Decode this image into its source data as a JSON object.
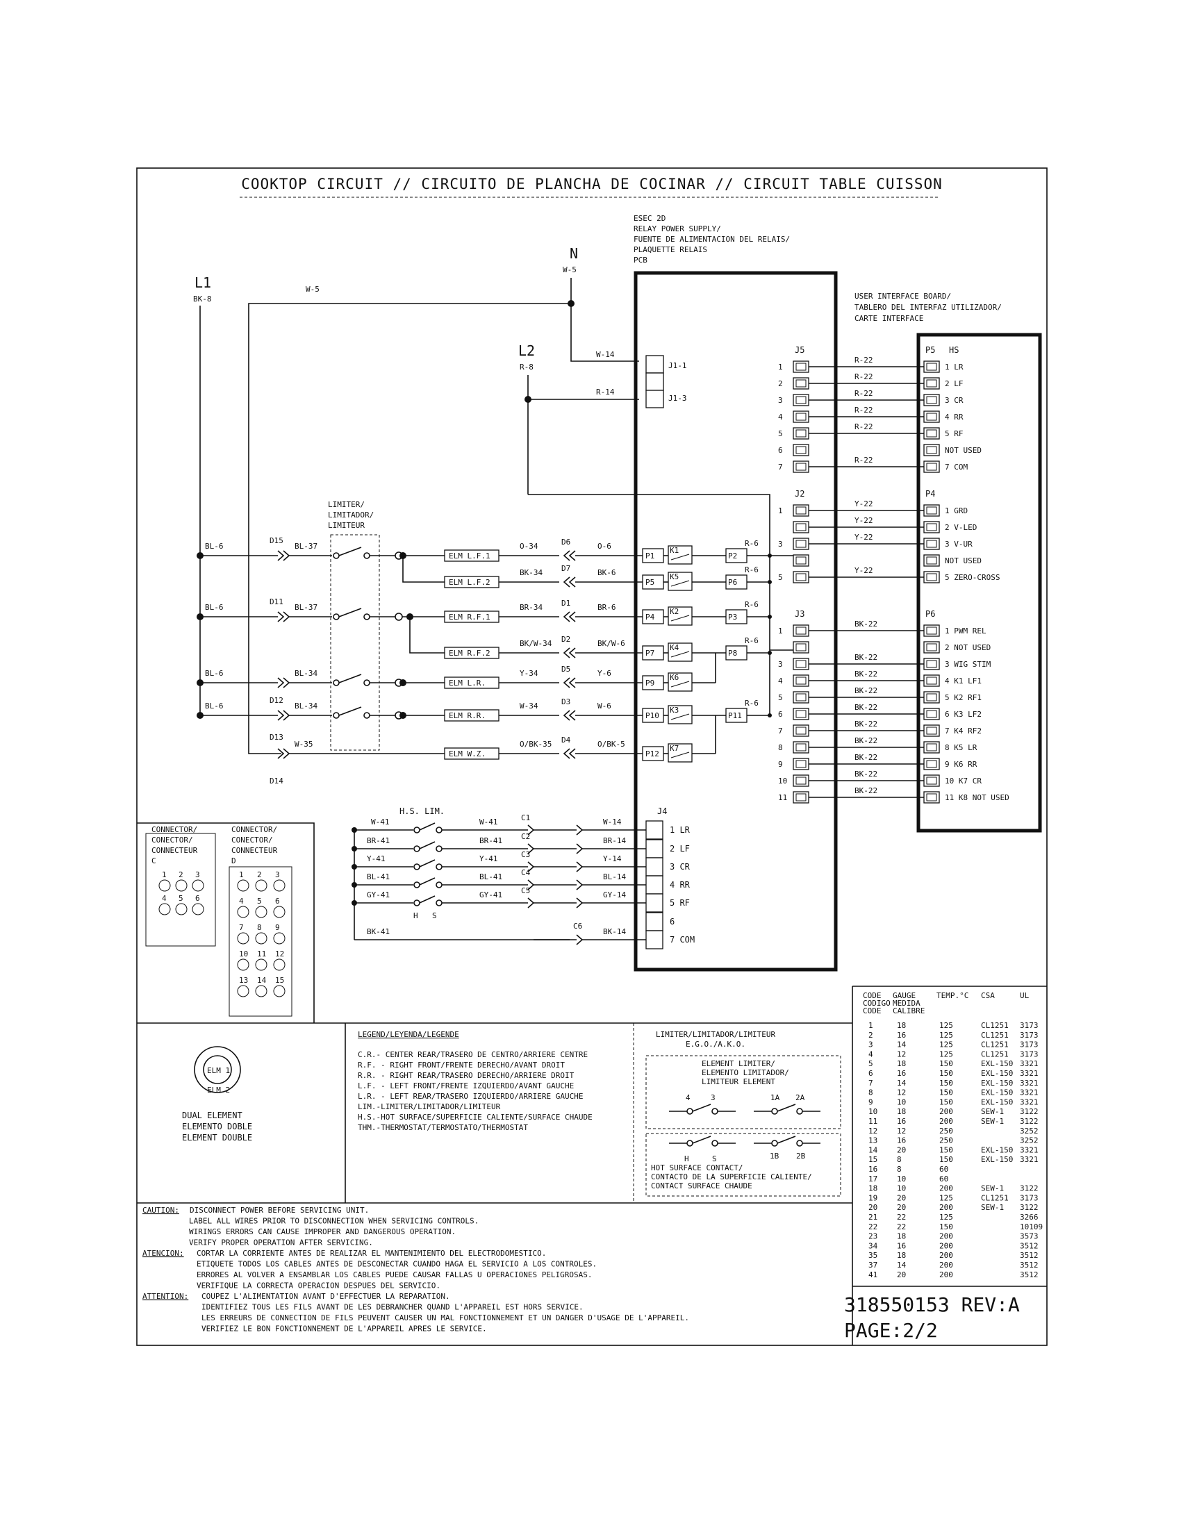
{
  "title": "COOKTOP CIRCUIT // CIRCUITO DE PLANCHA DE COCINAR // CIRCUIT TABLE CUISSON",
  "lines": {
    "l1": "L1",
    "l1_wire": "BK-8",
    "l2": "L2",
    "l2_wire": "R-8",
    "n": "N",
    "n_wire": "W-5",
    "w5": "W-5"
  },
  "esec": [
    "ESEC 2D",
    "RELAY POWER SUPPLY/",
    "FUENTE DE ALIMENTACION DEL RELAIS/",
    "PLAQUETTE RELAIS",
    "PCB"
  ],
  "uib": [
    "USER INTERFACE BOARD/",
    "TABLERO DEL INTERFAZ UTILIZADOR/",
    "CARTE INTERFACE"
  ],
  "j1": {
    "w14": "W-14",
    "r14": "R-14",
    "j11": "J1-1",
    "j13": "J1-3"
  },
  "limiter_label": [
    "LIMITER/",
    "LIMITADOR/",
    "LIMITEUR"
  ],
  "elements": [
    {
      "feed": "BL-6",
      "diode": "D15",
      "wire_in": "BL-37",
      "elm": "ELM L.F.1",
      "wire_out": "O-34",
      "d": "D6",
      "wire_pcb": "O-6",
      "p": "P1",
      "k": "K1",
      "p2": "P2",
      "r": "R-6"
    },
    {
      "feed": "",
      "diode": "",
      "wire_in": "",
      "elm": "ELM L.F.2",
      "wire_out": "BK-34",
      "d": "D7",
      "wire_pcb": "BK-6",
      "p": "P5",
      "k": "K5",
      "p2": "P6",
      "r": "R-6"
    },
    {
      "feed": "BL-6",
      "diode": "D11",
      "wire_in": "BL-37",
      "elm": "ELM R.F.1",
      "wire_out": "BR-34",
      "d": "D1",
      "wire_pcb": "BR-6",
      "p": "P4",
      "k": "K2",
      "p2": "P3",
      "r": "R-6"
    },
    {
      "feed": "",
      "diode": "",
      "wire_in": "",
      "elm": "ELM R.F.2",
      "wire_out": "BK/W-34",
      "d": "D2",
      "wire_pcb": "BK/W-6",
      "p": "P7",
      "k": "K4",
      "p2": "P8",
      "r": "R-6"
    },
    {
      "feed": "BL-6",
      "diode": "",
      "wire_in": "BL-34",
      "elm": "ELM L.R.",
      "wire_out": "Y-34",
      "d": "D5",
      "wire_pcb": "Y-6",
      "p": "P9",
      "k": "K6",
      "p2": "",
      "r": ""
    },
    {
      "feed": "BL-6",
      "diode": "D12",
      "wire_in": "BL-34",
      "elm": "ELM R.R.",
      "wire_out": "W-34",
      "d": "D3",
      "wire_pcb": "W-6",
      "p": "P10",
      "k": "K3",
      "p2": "P11",
      "r": "R-6"
    },
    {
      "feed": "",
      "diode": "D13",
      "wire_in": "W-35",
      "elm": "ELM W.Z.",
      "wire_out": "O/BK-35",
      "d": "D4",
      "wire_pcb": "O/BK-5",
      "p": "P12",
      "k": "K7",
      "p2": "",
      "r": ""
    }
  ],
  "d14": "D14",
  "j5": {
    "name": "J5",
    "pins": [
      "1",
      "2",
      "3",
      "4",
      "5",
      "6",
      "7"
    ],
    "wires": [
      "R-22",
      "R-22",
      "R-22",
      "R-22",
      "R-22",
      "",
      "R-22"
    ]
  },
  "p5": {
    "name": "P5",
    "hs": "HS",
    "labels": [
      "1 LR",
      "2 LF",
      "3 CR",
      "4 RR",
      "5 RF",
      "NOT USED",
      "7 COM"
    ]
  },
  "j2": {
    "name": "J2",
    "pins": [
      "1",
      "",
      "3",
      "",
      "5"
    ],
    "wires": [
      "Y-22",
      "Y-22",
      "Y-22",
      "",
      "Y-22"
    ]
  },
  "p4": {
    "name": "P4",
    "labels": [
      "1 GRD",
      "2 V-LED",
      "3 V-UR",
      "NOT USED",
      "5 ZERO-CROSS"
    ]
  },
  "j3": {
    "name": "J3",
    "pins": [
      "1",
      "",
      "3",
      "4",
      "5",
      "6",
      "7",
      "8",
      "9",
      "10",
      "11"
    ],
    "wires": [
      "BK-22",
      "",
      "BK-22",
      "BK-22",
      "BK-22",
      "BK-22",
      "BK-22",
      "BK-22",
      "BK-22",
      "BK-22",
      "BK-22"
    ]
  },
  "p6": {
    "name": "P6",
    "labels": [
      "1 PWM REL",
      "2 NOT USED",
      "3 WIG STIM",
      "4 K1 LF1",
      "5 K2 RF1",
      "6 K3 LF2",
      "7 K4 RF2",
      "8 K5 LR",
      "9 K6 RR",
      "10 K7 CR",
      "11 K8 NOT USED"
    ]
  },
  "hs": {
    "lim": "H.S. LIM.",
    "h": "H",
    "s": "S",
    "rows": [
      {
        "a": "W-41",
        "b": "W-41",
        "c": "C1",
        "d": "W-14"
      },
      {
        "a": "BR-41",
        "b": "BR-41",
        "c": "C2",
        "d": "BR-14"
      },
      {
        "a": "Y-41",
        "b": "Y-41",
        "c": "C3",
        "d": "Y-14"
      },
      {
        "a": "BL-41",
        "b": "BL-41",
        "c": "C4",
        "d": "BL-14"
      },
      {
        "a": "GY-41",
        "b": "GY-41",
        "c": "C5",
        "d": "GY-14"
      },
      {
        "a": "",
        "b": "",
        "c": "",
        "d": ""
      },
      {
        "a": "BK-41",
        "b": "",
        "c": "C6",
        "d": "BK-14"
      }
    ]
  },
  "j4": {
    "name": "J4",
    "labels": [
      "1 LR",
      "2 LF",
      "3 CR",
      "4 RR",
      "5 RF",
      "6",
      "7 COM"
    ]
  },
  "conn_c": {
    "label": [
      "CONNECTOR/",
      "CONECTOR/",
      "CONNECTEUR",
      "C"
    ],
    "pins": [
      "1",
      "2",
      "3",
      "4",
      "5",
      "6"
    ]
  },
  "conn_d": {
    "label": [
      "CONNECTOR/",
      "CONECTOR/",
      "CONNECTEUR",
      "D"
    ],
    "pins": [
      "1",
      "2",
      "3",
      "4",
      "5",
      "6",
      "7",
      "8",
      "9",
      "10",
      "11",
      "12",
      "13",
      "14",
      "15"
    ]
  },
  "dual": {
    "elm1": "ELM 1",
    "elm2": "ELM 2",
    "text": [
      "DUAL ELEMENT",
      "ELEMENTO DOBLE",
      "ELEMENT DOUBLE"
    ]
  },
  "legend": {
    "title": "LEGEND/LEYENDA/LEGENDE",
    "lines": [
      "C.R.- CENTER REAR/TRASERO DE CENTRO/ARRIERE CENTRE",
      "R.F. - RIGHT FRONT/FRENTE DERECHO/AVANT DROIT",
      "R.R. - RIGHT REAR/TRASERO DERECHO/ARRIERE DROIT",
      "L.F. - LEFT FRONT/FRENTE IZQUIERDO/AVANT GAUCHE",
      "L.R. - LEFT REAR/TRASERO IZQUIERDO/ARRIERE GAUCHE",
      "LIM.-LIMITER/LIMITADOR/LIMITEUR",
      "H.S.-HOT SURFACE/SUPERFICIE CALIENTE/SURFACE CHAUDE",
      "THM.-THERMOSTAT/TERMOSTATO/THERMOSTAT"
    ]
  },
  "limiter_box": {
    "title": [
      "LIMITER/LIMITADOR/LIMITEUR",
      "E.G.O./A.K.O."
    ],
    "element": [
      "ELEMENT LIMITER/",
      "ELEMENTO LIMITADOR/",
      "LIMITEUR ELEMENT"
    ],
    "hot": [
      "HOT SURFACE CONTACT/",
      "CONTACTO DE LA SUPERFICIE CALIENTE/",
      "CONTACT SURFACE CHAUDE"
    ],
    "pins": [
      "4",
      "3",
      "1A",
      "2A",
      "H",
      "S",
      "1B",
      "2B"
    ]
  },
  "caution": {
    "heads": [
      "CAUTION:",
      "ATENCION:",
      "ATTENTION:"
    ],
    "lines": [
      "DISCONNECT POWER BEFORE SERVICING UNIT.",
      "LABEL ALL WIRES PRIOR TO DISCONNECTION WHEN SERVICING CONTROLS.",
      "WIRINGS ERRORS CAN CAUSE IMPROPER AND DANGEROUS OPERATION.",
      "VERIFY PROPER OPERATION AFTER SERVICING.",
      "CORTAR LA CORRIENTE ANTES DE REALIZAR EL MANTENIMIENTO DEL ELECTRODOMESTICO.",
      "ETIQUETE TODOS LOS CABLES ANTES DE DESCONECTAR CUANDO HAGA EL SERVICIO A LOS CONTROLES.",
      "ERRORES AL VOLVER A ENSAMBLAR LOS CABLES PUEDE CAUSAR FALLAS U OPERACIONES PELIGROSAS.",
      "VERIFIQUE LA CORRECTA OPERACION DESPUES DEL SERVICIO.",
      "COUPEZ L'ALIMENTATION AVANT D'EFFECTUER LA REPARATION.",
      "IDENTIFIEZ TOUS LES FILS AVANT DE LES DEBRANCHER QUAND L'APPAREIL EST HORS SERVICE.",
      "LES ERREURS DE CONNECTION DE FILS PEUVENT CAUSER UN MAL FONCTIONNEMENT ET UN DANGER D'USAGE DE L'APPAREIL.",
      "VERIFIEZ LE BON FONCTIONNEMENT DE L'APPAREIL APRES LE SERVICE."
    ]
  },
  "gauge": {
    "headers": [
      [
        "CODE",
        "CODIGO",
        "CODE"
      ],
      [
        "GAUGE",
        "MEDIDA",
        "CALIBRE"
      ],
      [
        "TEMP.°C"
      ],
      [
        "CSA"
      ],
      [
        "UL"
      ]
    ],
    "rows": [
      [
        "1",
        "18",
        "125",
        "CL1251",
        "3173"
      ],
      [
        "2",
        "16",
        "125",
        "CL1251",
        "3173"
      ],
      [
        "3",
        "14",
        "125",
        "CL1251",
        "3173"
      ],
      [
        "4",
        "12",
        "125",
        "CL1251",
        "3173"
      ],
      [
        "5",
        "18",
        "150",
        "EXL-150",
        "3321"
      ],
      [
        "6",
        "16",
        "150",
        "EXL-150",
        "3321"
      ],
      [
        "7",
        "14",
        "150",
        "EXL-150",
        "3321"
      ],
      [
        "8",
        "12",
        "150",
        "EXL-150",
        "3321"
      ],
      [
        "9",
        "10",
        "150",
        "EXL-150",
        "3321"
      ],
      [
        "10",
        "18",
        "200",
        "SEW-1",
        "3122"
      ],
      [
        "11",
        "16",
        "200",
        "SEW-1",
        "3122"
      ],
      [
        "12",
        "12",
        "250",
        "",
        "3252"
      ],
      [
        "13",
        "16",
        "250",
        "",
        "3252"
      ],
      [
        "14",
        "20",
        "150",
        "EXL-150",
        "3321"
      ],
      [
        "15",
        "8",
        "150",
        "EXL-150",
        "3321"
      ],
      [
        "16",
        "8",
        "60",
        "",
        ""
      ],
      [
        "17",
        "10",
        "60",
        "",
        ""
      ],
      [
        "18",
        "10",
        "200",
        "SEW-1",
        "3122"
      ],
      [
        "19",
        "20",
        "125",
        "CL1251",
        "3173"
      ],
      [
        "20",
        "20",
        "200",
        "SEW-1",
        "3122"
      ],
      [
        "21",
        "22",
        "125",
        "",
        "3266"
      ],
      [
        "22",
        "22",
        "150",
        "",
        "10109"
      ],
      [
        "23",
        "18",
        "200",
        "",
        "3573"
      ],
      [
        "34",
        "16",
        "200",
        "",
        "3512"
      ],
      [
        "35",
        "18",
        "200",
        "",
        "3512"
      ],
      [
        "37",
        "14",
        "200",
        "",
        "3512"
      ],
      [
        "41",
        "20",
        "200",
        "",
        "3512"
      ]
    ]
  },
  "part": "318550153 REV:A",
  "page": "PAGE:2/2"
}
